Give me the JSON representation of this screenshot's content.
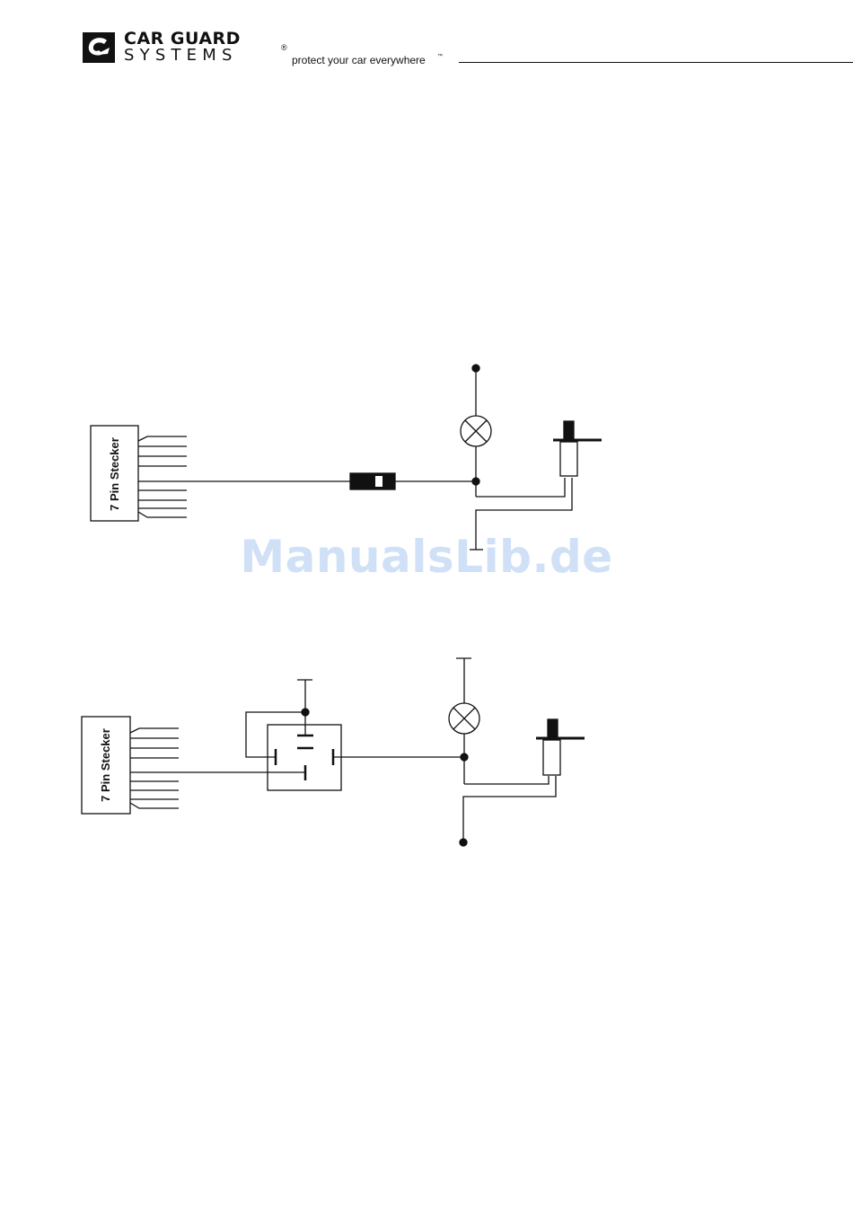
{
  "header": {
    "brand_line1": "CAR GUARD",
    "brand_line2": "SYSTEMS",
    "registered_mark": "®",
    "tagline": "protect your car everywhere",
    "trademark_mark": "™",
    "logo_icon": "car-guard-logo-icon"
  },
  "watermark": {
    "text": "ManualsLib.de"
  },
  "diagram1": {
    "connector_label": "7 Pin Stecker",
    "components": [
      "connector-7pin",
      "diode",
      "lamp",
      "door-contact-switch",
      "ground"
    ]
  },
  "diagram2": {
    "connector_label": "7 Pin Stecker",
    "components": [
      "connector-7pin",
      "relay",
      "lamp",
      "door-contact-switch",
      "ground"
    ]
  },
  "colors": {
    "line": "#111111",
    "watermark": "#cfe0f7"
  }
}
